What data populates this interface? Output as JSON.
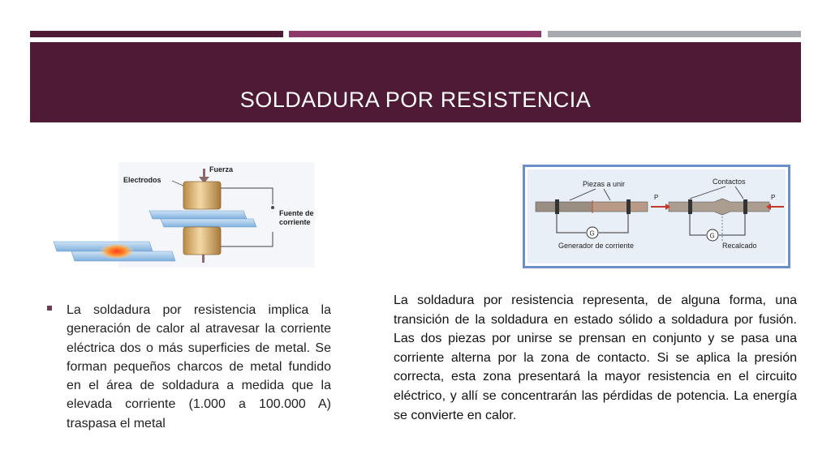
{
  "slide": {
    "title": "SOLDADURA POR RESISTENCIA",
    "bullet": "La soldadura por resistencia implica la generación de calor al atravesar la corriente eléctrica dos o más superficies de metal. Se forman pequeños charcos de metal fundido en el área de soldadura a medida que la elevada corriente (1.000 a 100.000 A) traspasa el metal",
    "paragraph": "La soldadura por resistencia representa, de alguna forma, una transición de la soldadura en estado sólido a soldadura por fusión. Las dos piezas por unirse se prensan en conjunto y se pasa una corriente alterna por la zona de contacto. Si se aplica la presión correcta, esta zona presentará la mayor resistencia en el circuito eléctrico, y allí se concentrarán las pérdidas de potencia. La energía se convierte en calor."
  },
  "figure_left": {
    "labels": {
      "electrodes": "Electrodos",
      "force": "Fuerza",
      "source_line1": "Fuente de",
      "source_line2": "corriente"
    }
  },
  "figure_right": {
    "labels": {
      "pieces": "Piezas a unir",
      "contacts": "Contactos",
      "generator": "Generador de corriente",
      "upset": "Recalcado",
      "p_left": "P",
      "p_right": "P",
      "g_left": "G",
      "g_right": "G"
    }
  },
  "colors": {
    "header": "#4f1a35",
    "accent_bar_2": "#8e3a68",
    "accent_bar_3": "#a7abb0"
  }
}
